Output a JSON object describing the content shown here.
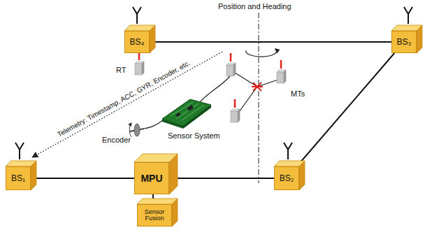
{
  "diagram": {
    "nodes": [
      {
        "text": [
          "BS₄"
        ]
      },
      {
        "text": [
          "BS₃"
        ]
      },
      {
        "text": [
          "BS₁"
        ]
      },
      {
        "text": [
          "MPU"
        ]
      },
      {
        "text": [
          "BS₂"
        ]
      },
      {
        "text": [
          "Sensor Fusion"
        ]
      }
    ],
    "edges": [
      {
        "from": 0,
        "to": 1,
        "arrow": "none"
      },
      {
        "from": 1,
        "to": 4,
        "arrow": "none"
      },
      {
        "from": 2,
        "to": 3,
        "arrow": "none"
      },
      {
        "from": 3,
        "to": 4,
        "arrow": "none"
      },
      {
        "from": 3,
        "to": 5,
        "arrow": "none"
      }
    ],
    "labels": [
      "Position and Heading",
      "RT",
      "MTs",
      "Encoder",
      "Sensor System",
      "Telemetry: Timestamp, ACC, GYR, Encoder, etc."
    ]
  }
}
